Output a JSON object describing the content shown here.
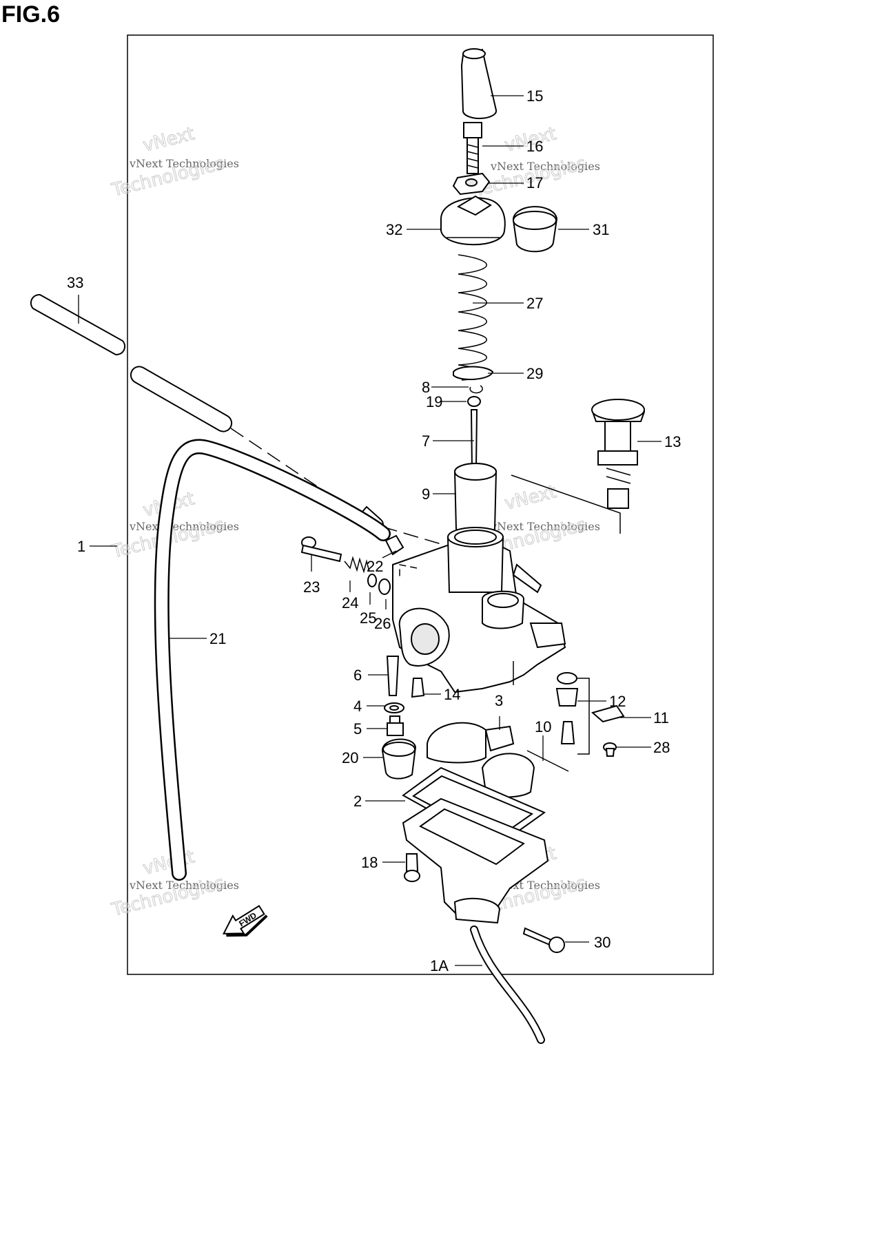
{
  "figure": {
    "title": "FIG.6"
  },
  "watermark": {
    "line1": "vNext",
    "line2": "vNext Technologies",
    "line3": "Technologies"
  },
  "fwd_label": "FWD",
  "callouts": {
    "p1": "1",
    "p1A": "1A",
    "p2": "2",
    "p3": "3",
    "p4": "4",
    "p5": "5",
    "p6": "6",
    "p7": "7",
    "p8": "8",
    "p9": "9",
    "p10": "10",
    "p11": "11",
    "p12": "12",
    "p13": "13",
    "p14": "14",
    "p15": "15",
    "p16": "16",
    "p17": "17",
    "p18": "18",
    "p19": "19",
    "p20": "20",
    "p21": "21",
    "p22": "22",
    "p23": "23",
    "p24": "24",
    "p25": "25",
    "p26": "26",
    "p27": "27",
    "p28": "28",
    "p29": "29",
    "p30": "30",
    "p31": "31",
    "p32": "32",
    "p33": "33"
  }
}
